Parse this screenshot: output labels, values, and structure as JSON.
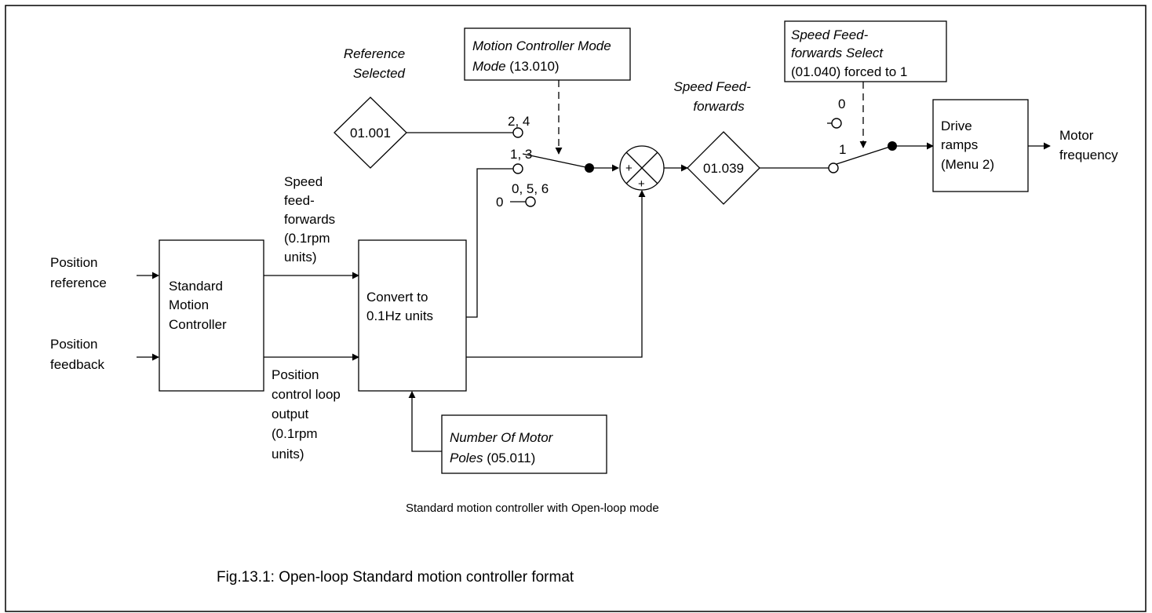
{
  "frame": {},
  "blocks": {
    "motion_controller_mode": {
      "italic": "Motion Controller Mode",
      "param": " (13.010)"
    },
    "speed_ff_select": {
      "italic_1": "Speed Feed-",
      "italic_2": "forwards Select",
      "line_3": "(01.040) forced to 1"
    },
    "drive_ramps": {
      "lines": [
        "Drive",
        "ramps",
        "(Menu 2)"
      ]
    },
    "standard_motion_controller": {
      "lines": [
        "Standard",
        "Motion",
        "Controller"
      ]
    },
    "convert": {
      "lines": [
        "Convert to",
        "0.1Hz units"
      ]
    },
    "motor_poles": {
      "italic": "Number Of Motor",
      "italic_2": "Poles",
      "param": " (05.011)"
    }
  },
  "parameters": {
    "reference_param": "01.001",
    "speed_ff_param": "01.039"
  },
  "labels": {
    "reference_selected": [
      "Reference",
      "Selected"
    ],
    "speed_feed_forwards": [
      "Speed Feed-",
      "forwards"
    ],
    "position_reference": [
      "Position",
      "reference"
    ],
    "position_feedback": [
      "Position",
      "feedback"
    ],
    "speed_ff_units": [
      "Speed",
      "feed-",
      "forwards",
      "(0.1rpm",
      "units)"
    ],
    "position_loop_output": [
      "Position",
      "control loop",
      "output",
      "(0.1rpm",
      "units)"
    ],
    "motor_frequency": [
      "Motor",
      "frequency"
    ]
  },
  "switch1": {
    "pos_a": "2, 4",
    "pos_b": "1, 3",
    "pos_c": "0, 5, 6",
    "zero_input": "0"
  },
  "switch2": {
    "pos_0": "0",
    "pos_1": "1"
  },
  "summing_junction": {
    "sign_top": "+",
    "sign_bottom": "+"
  },
  "caption": "Standard motion controller with Open-loop mode",
  "figure_title": "Fig.13.1: Open-loop Standard motion controller format"
}
